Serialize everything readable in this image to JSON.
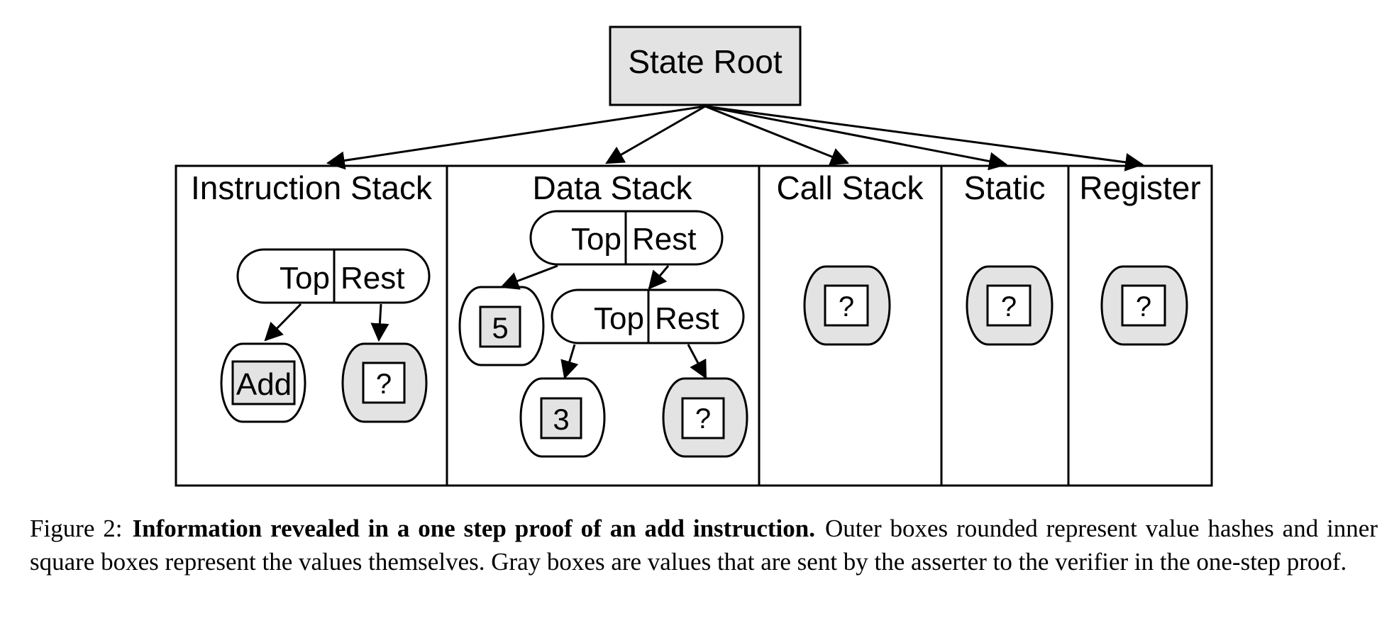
{
  "diagram": {
    "root": "State Root",
    "sections": {
      "instruction": "Instruction Stack",
      "data": "Data Stack",
      "call": "Call Stack",
      "static": "Static",
      "register": "Register"
    },
    "nodes": {
      "top": "Top",
      "rest": "Rest",
      "add": "Add",
      "five": "5",
      "three": "3",
      "unknown": "?"
    }
  },
  "caption": {
    "prefix": "Figure 2:",
    "bold": "Information revealed in a one step proof of an add instruction.",
    "text": "Outer boxes rounded represent value hashes and inner square boxes represent the values themselves. Gray boxes are values that are sent by the asserter to the verifier in the one-step proof."
  },
  "colors": {
    "gray_fill": "#e3e3e3",
    "stroke": "#000000"
  }
}
